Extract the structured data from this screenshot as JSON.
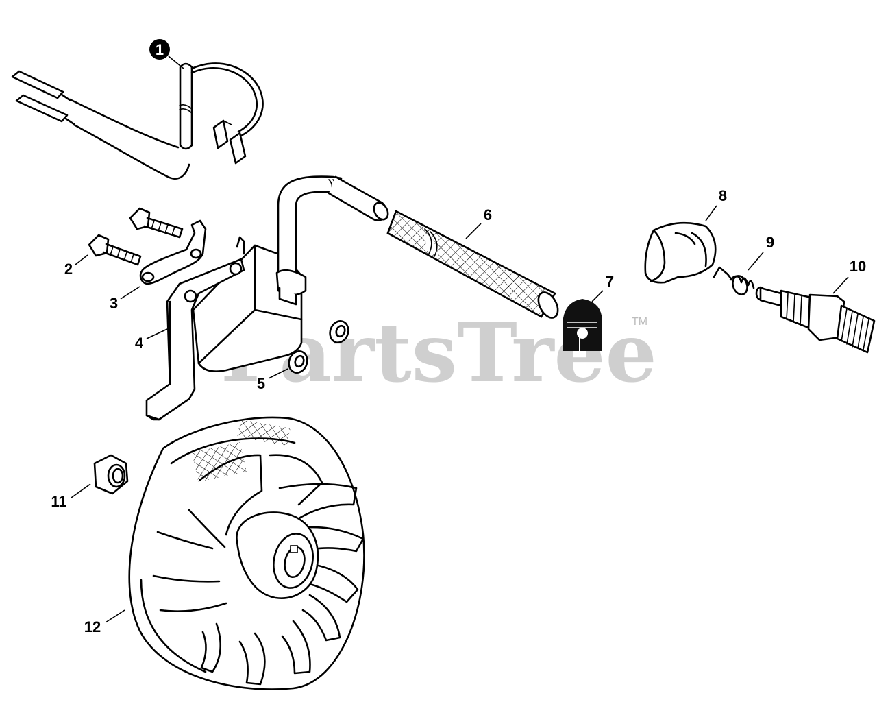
{
  "watermark": {
    "text": "PartsTree",
    "trademark": "TM",
    "color": "#cfcfcf"
  },
  "callouts": [
    {
      "id": "1",
      "part": "ignition lead wire",
      "highlighted": true
    },
    {
      "id": "2",
      "part": "bolt"
    },
    {
      "id": "3",
      "part": "ground plate"
    },
    {
      "id": "4",
      "part": "ignition coil"
    },
    {
      "id": "5",
      "part": "spacer"
    },
    {
      "id": "6",
      "part": "protective tube"
    },
    {
      "id": "7",
      "part": "grommet"
    },
    {
      "id": "8",
      "part": "plug boot"
    },
    {
      "id": "9",
      "part": "spring"
    },
    {
      "id": "10",
      "part": "spark plug"
    },
    {
      "id": "11",
      "part": "flywheel nut"
    },
    {
      "id": "12",
      "part": "flywheel"
    }
  ]
}
